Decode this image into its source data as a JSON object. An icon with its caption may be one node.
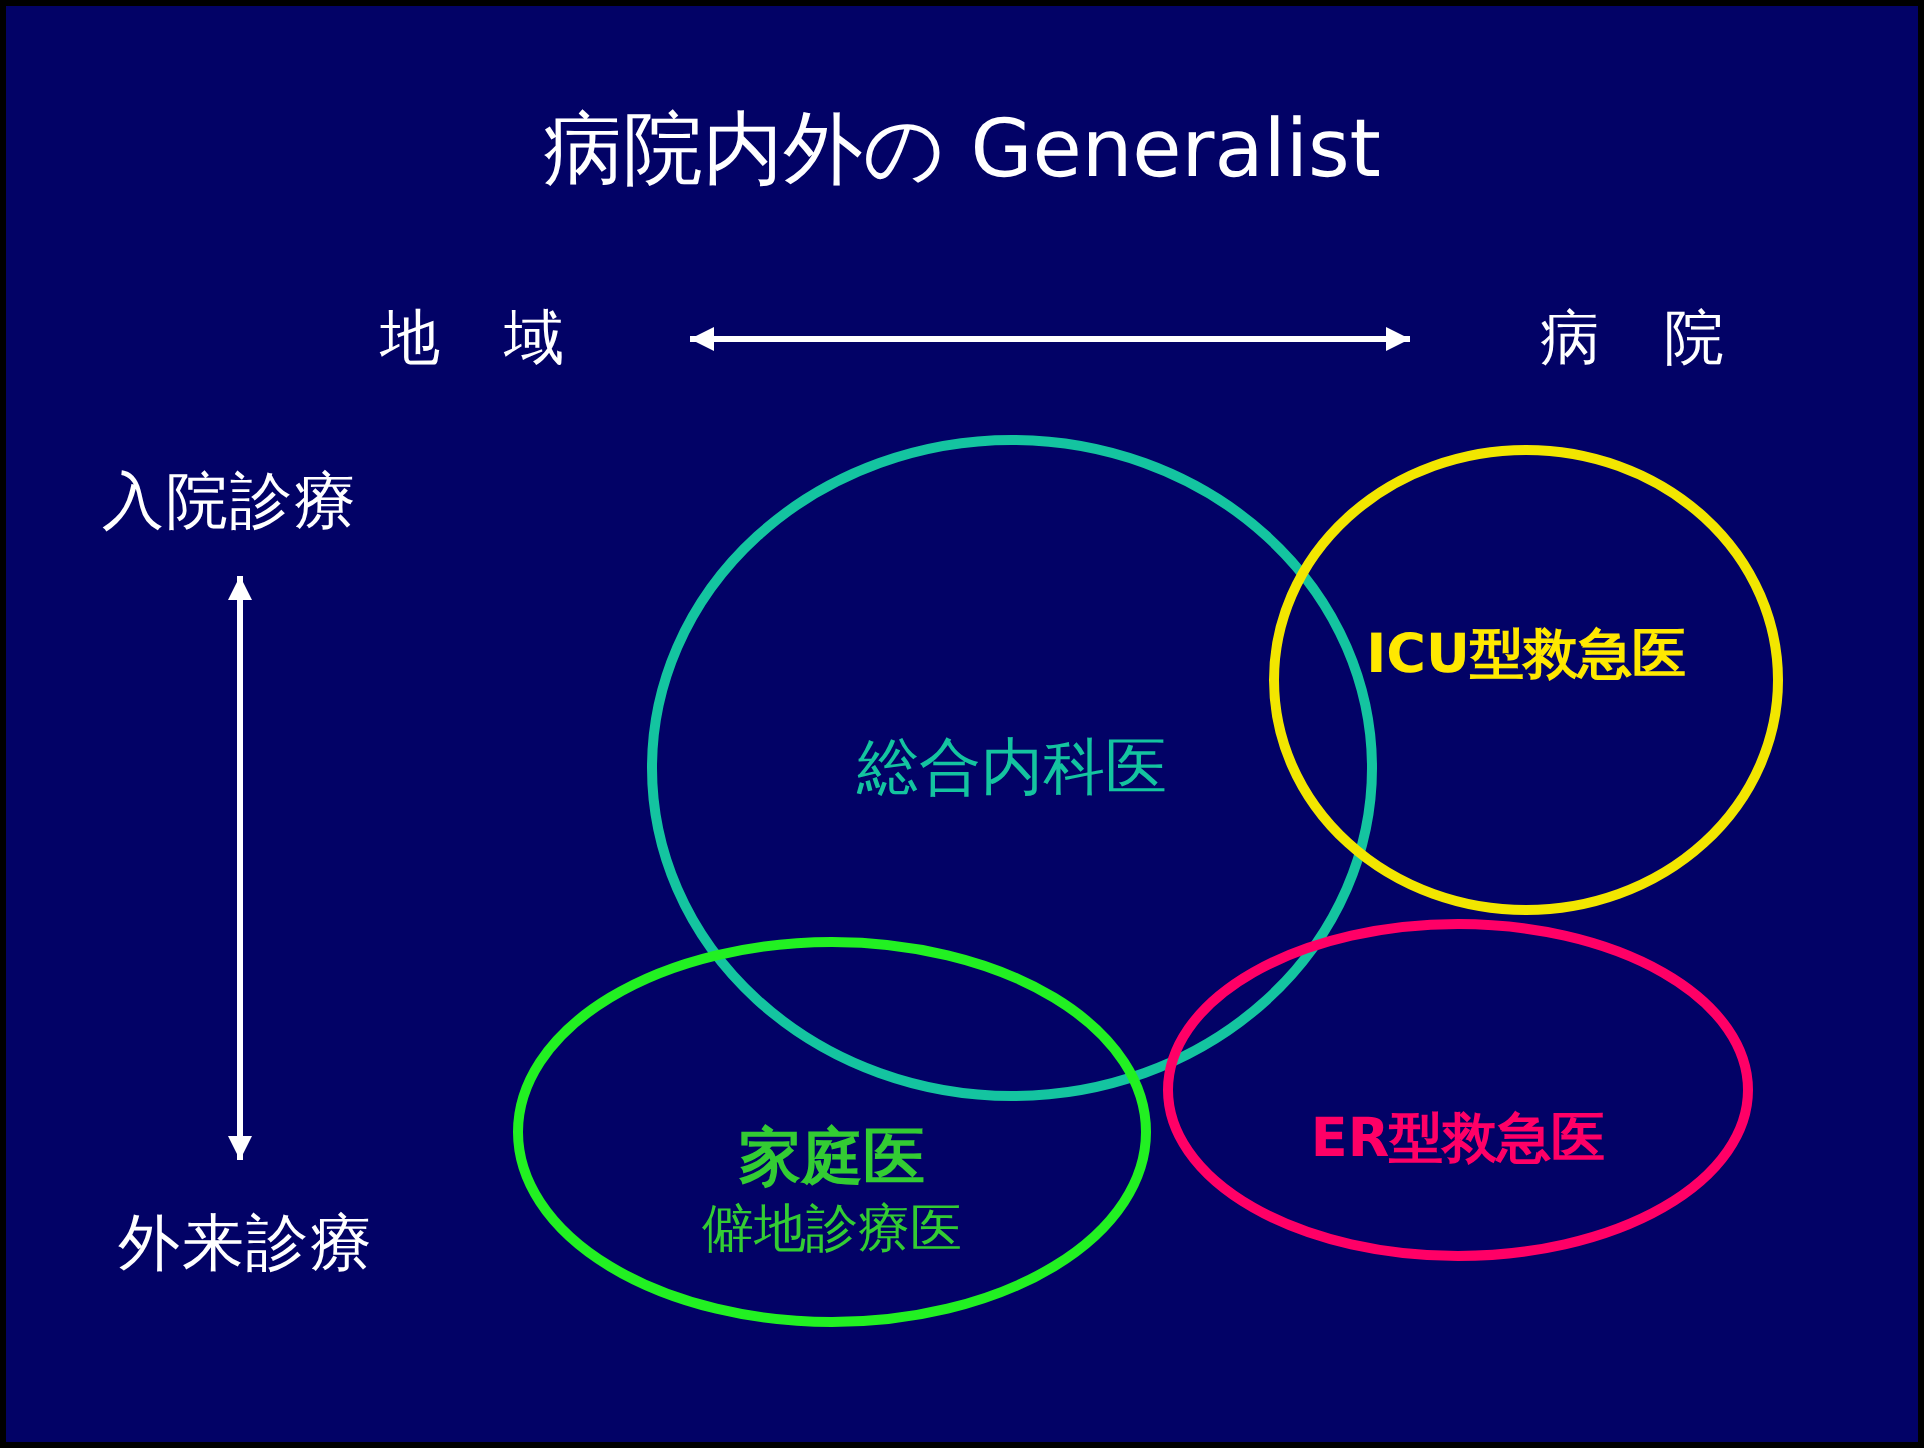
{
  "diagram": {
    "title": "病院内外の Generalist",
    "nodes": [
      {
        "text": [
          "地　域"
        ]
      },
      {
        "text": [
          "病　院"
        ]
      },
      {
        "text": [
          "入院診療"
        ]
      },
      {
        "text": [
          "外来診療"
        ]
      },
      {
        "text": [
          "総合内科医"
        ]
      },
      {
        "text": [
          "ICU型救急医"
        ]
      },
      {
        "text": [
          "家庭医",
          "僻地診療医"
        ]
      },
      {
        "text": [
          "ER型救急医"
        ]
      }
    ],
    "edges": [
      {
        "from": 0,
        "to": 1,
        "arrow": "both"
      },
      {
        "from": 2,
        "to": 3,
        "arrow": "both"
      }
    ]
  }
}
